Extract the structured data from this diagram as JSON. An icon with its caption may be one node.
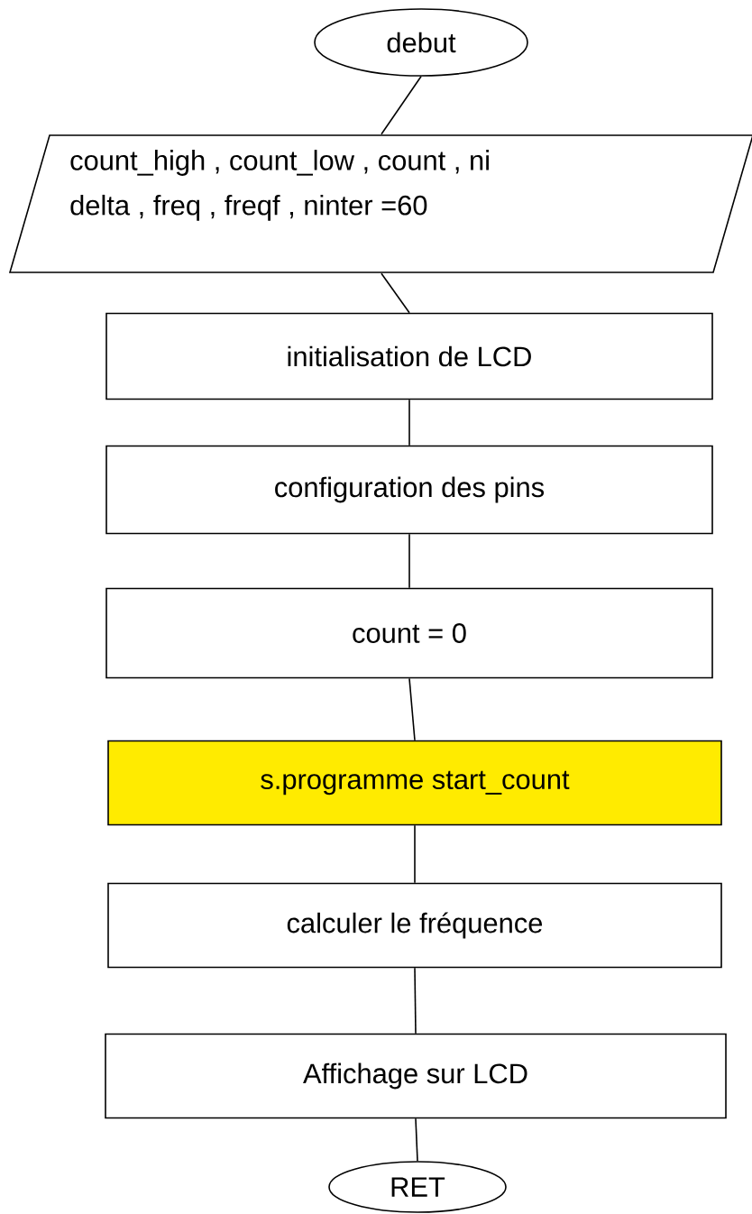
{
  "diagram": {
    "nodes": [
      {
        "text": [
          "debut"
        ]
      },
      {
        "text": [
          "count_high , count_low , count , ni",
          "delta , freq , freqf , ninter =60"
        ]
      },
      {
        "text": [
          "initialisation de LCD"
        ]
      },
      {
        "text": [
          "configuration des pins"
        ]
      },
      {
        "text": [
          "count = 0"
        ]
      },
      {
        "text": [
          "s.programme  start_count"
        ]
      },
      {
        "text": [
          "calculer le fréquence"
        ]
      },
      {
        "text": [
          "Affichage sur  LCD"
        ]
      },
      {
        "text": [
          "RET"
        ]
      }
    ],
    "edges": [
      {
        "from": 0,
        "to": 1,
        "arrow": "none"
      },
      {
        "from": 1,
        "to": 2,
        "arrow": "none"
      },
      {
        "from": 2,
        "to": 3,
        "arrow": "none"
      },
      {
        "from": 3,
        "to": 4,
        "arrow": "none"
      },
      {
        "from": 4,
        "to": 5,
        "arrow": "none"
      },
      {
        "from": 5,
        "to": 6,
        "arrow": "none"
      },
      {
        "from": 6,
        "to": 7,
        "arrow": "none"
      },
      {
        "from": 7,
        "to": 8,
        "arrow": "none"
      }
    ]
  }
}
